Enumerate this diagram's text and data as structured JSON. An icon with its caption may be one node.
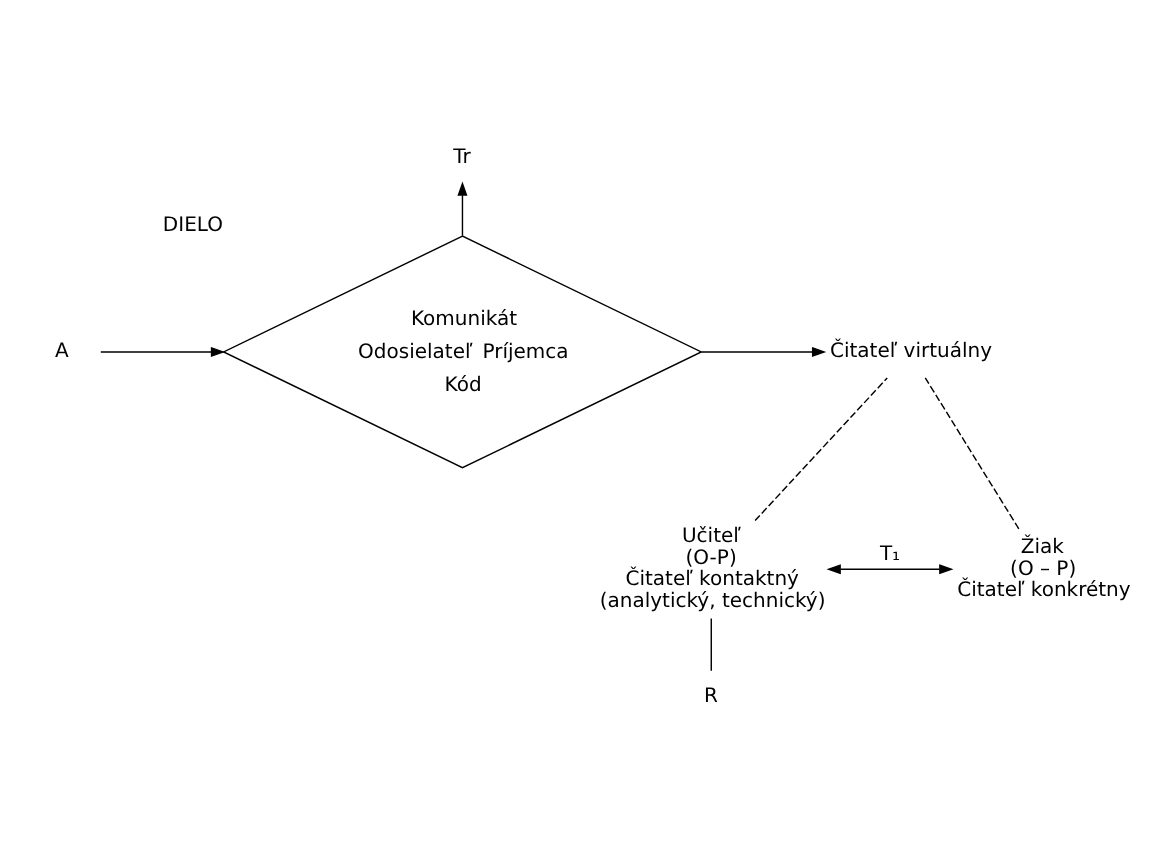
{
  "diagram": {
    "nodes": [
      {
        "text": [
          "Komunikát",
          "Odosielateľ",
          "Príjemca",
          "Kód"
        ],
        "beside": [
          "DIELO"
        ]
      },
      {
        "text": [
          "Tr"
        ]
      },
      {
        "text": [
          "A"
        ]
      },
      {
        "text": [
          "Čitateľ virtuálny"
        ]
      },
      {
        "text": [
          "Učiteľ",
          "(O-P)",
          "Čitateľ kontaktný",
          "(analytický, technický)"
        ]
      },
      {
        "text": [
          "Žiak",
          "(O – P)",
          "Čitateľ konkrétny"
        ]
      },
      {
        "text": [
          "R"
        ]
      }
    ],
    "edges": [
      {
        "from": 0,
        "to": 1,
        "arrow": "to"
      },
      {
        "from": 2,
        "to": 0,
        "arrow": "to"
      },
      {
        "from": 0,
        "to": 3,
        "arrow": "to"
      },
      {
        "from": 4,
        "to": 3,
        "arrow": "none",
        "style": "dashed"
      },
      {
        "from": 3,
        "to": 5,
        "arrow": "none",
        "style": "dashed"
      },
      {
        "from": 4,
        "to": 5,
        "arrow": "both",
        "label": "T₁"
      },
      {
        "from": 4,
        "to": 6,
        "arrow": "none"
      }
    ]
  }
}
